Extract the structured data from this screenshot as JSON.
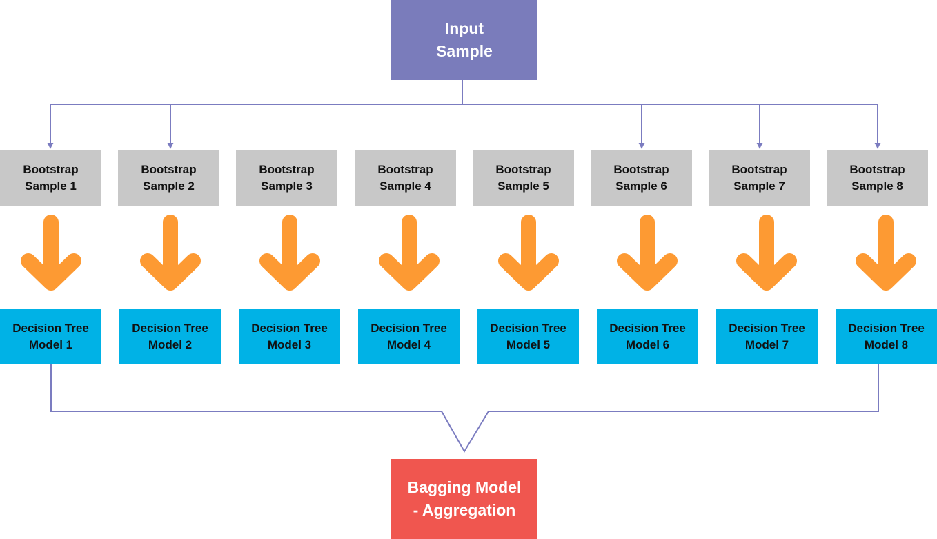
{
  "diagram": {
    "input": {
      "lines": [
        "Input",
        "Sample"
      ]
    },
    "output": {
      "lines": [
        "Bagging Model",
        "- Aggregation"
      ]
    },
    "samples": [
      {
        "line1": "Bootstrap",
        "line2": "Sample 1"
      },
      {
        "line1": "Bootstrap",
        "line2": "Sample 2"
      },
      {
        "line1": "Bootstrap",
        "line2": "Sample 3"
      },
      {
        "line1": "Bootstrap",
        "line2": "Sample 4"
      },
      {
        "line1": "Bootstrap",
        "line2": "Sample 5"
      },
      {
        "line1": "Bootstrap",
        "line2": "Sample 6"
      },
      {
        "line1": "Bootstrap",
        "line2": "Sample 7"
      },
      {
        "line1": "Bootstrap",
        "line2": "Sample 8"
      }
    ],
    "models": [
      {
        "line1": "Decision Tree",
        "line2": "Model 1"
      },
      {
        "line1": "Decision Tree",
        "line2": "Model 2"
      },
      {
        "line1": "Decision Tree",
        "line2": "Model 3"
      },
      {
        "line1": "Decision Tree",
        "line2": "Model 4"
      },
      {
        "line1": "Decision Tree",
        "line2": "Model 5"
      },
      {
        "line1": "Decision Tree",
        "line2": "Model 6"
      },
      {
        "line1": "Decision Tree",
        "line2": "Model 7"
      },
      {
        "line1": "Decision Tree",
        "line2": "Model 8"
      }
    ]
  },
  "colors": {
    "input_box": "#7a7cbb",
    "sample_box": "#c8c8c8",
    "model_box": "#00b2e6",
    "output_box": "#f0564f",
    "arrow": "#fd9a33",
    "connector": "#7b7cc0"
  },
  "icons": {
    "flow_arrow": "arrow-down-icon"
  }
}
